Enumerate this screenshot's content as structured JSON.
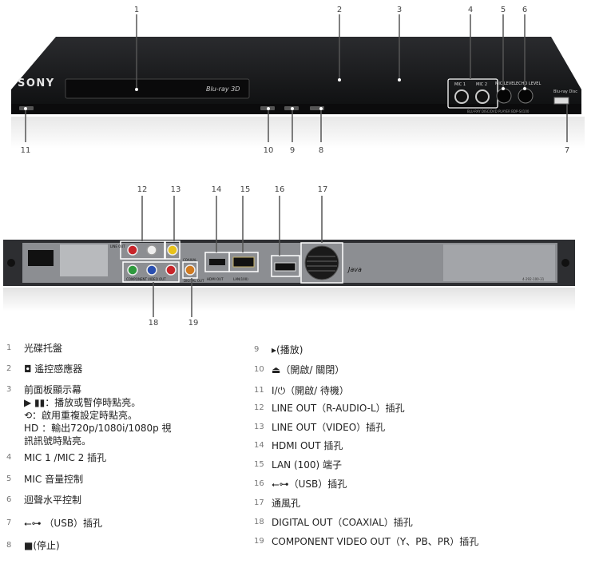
{
  "callouts_front": [
    {
      "num": "1"
    },
    {
      "num": "2"
    },
    {
      "num": "3"
    },
    {
      "num": "4"
    },
    {
      "num": "5"
    },
    {
      "num": "6"
    },
    {
      "num": "7"
    },
    {
      "num": "8"
    },
    {
      "num": "9"
    },
    {
      "num": "10"
    },
    {
      "num": "11"
    }
  ],
  "callouts_back": [
    {
      "num": "12"
    },
    {
      "num": "13"
    },
    {
      "num": "14"
    },
    {
      "num": "15"
    },
    {
      "num": "16"
    },
    {
      "num": "17"
    },
    {
      "num": "18"
    },
    {
      "num": "19"
    }
  ],
  "front_panel": {
    "brand": "SONY",
    "disc_logo": "Blu-ray 3D",
    "mic1": "MIC 1",
    "mic2": "MIC 2",
    "mic_level": "MIC LEVEL",
    "echo_level": "ECHO LEVEL",
    "model": "BLU-RAY DISC/DVD PLAYER BDP-S4100",
    "bluray_logo": "Blu-ray Disc"
  },
  "rear_panel": {
    "line_out": "LINE OUT",
    "component_out": "COMPONENT VIDEO OUT",
    "digital_out": "DIGITAL OUT",
    "coaxial": "COAXIAL",
    "hdmi_out": "HDMI OUT",
    "lan": "LAN(100)",
    "java": "Java",
    "serial": "4-292-100-31"
  },
  "legend": [
    {
      "num": "1",
      "text": "光碟托盤"
    },
    {
      "num": "2",
      "text": "◘ 遙控感應器"
    },
    {
      "num": "3",
      "text": "前面板顯示幕",
      "sub": [
        "▶ ▮▮：播放或暫停時點亮。",
        "⟲：啟用重複設定時點亮。",
        "HD ：輸出720p/1080i/1080p 視",
        "訊訊號時點亮。"
      ]
    },
    {
      "num": "4",
      "text": "MIC 1 /MIC 2 插孔"
    },
    {
      "num": "5",
      "text": "MIC 音量控制"
    },
    {
      "num": "6",
      "text": "迴聲水平控制"
    },
    {
      "num": "7",
      "text": "⭠⊶ （USB）插孔"
    },
    {
      "num": "8",
      "text": "■(停止)"
    },
    {
      "num": "9",
      "text": "▸(播放)"
    },
    {
      "num": "10",
      "text": "⏏（開啟/ 關閉）"
    },
    {
      "num": "11",
      "text": "I/⏻（開啟/ 待機）"
    },
    {
      "num": "12",
      "text": "LINE OUT（R-AUDIO-L）插孔"
    },
    {
      "num": "13",
      "text": "LINE OUT（VIDEO）插孔"
    },
    {
      "num": "14",
      "text": "HDMI OUT 插孔"
    },
    {
      "num": "15",
      "text": "LAN (100) 端子"
    },
    {
      "num": "16",
      "text": "⭠⊶（USB）插孔"
    },
    {
      "num": "17",
      "text": "通風孔"
    },
    {
      "num": "18",
      "text": "DIGITAL OUT（COAXIAL）插孔"
    },
    {
      "num": "19",
      "text": "COMPONENT VIDEO OUT（Y、PB、PR）插孔"
    }
  ],
  "colors": {
    "callout": "#555555",
    "device_dark": "#1b1c1e",
    "device_mid": "#3a3c40",
    "rear_body": "#4a4c50",
    "jack_red": "#c8252a",
    "jack_yellow": "#e8c21a",
    "jack_blue": "#2a4fb0",
    "jack_green": "#2f9a3e"
  }
}
